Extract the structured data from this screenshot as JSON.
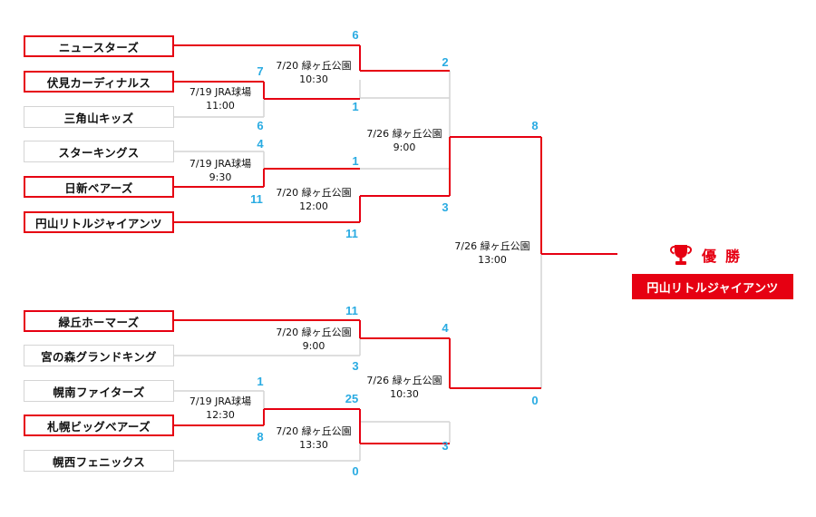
{
  "colors": {
    "winner": "#e60012",
    "loser": "#d4d4d4",
    "score": "#29abe2",
    "text": "#111111",
    "champion_bg": "#e60012"
  },
  "teams": [
    "ニュースターズ",
    "伏見カーディナルス",
    "三角山キッズ",
    "スターキングス",
    "日新ベアーズ",
    "円山リトルジャイアンツ",
    "緑丘ホーマーズ",
    "宮の森グランドキング",
    "幌南ファイターズ",
    "札幌ビッグベアーズ",
    "幌西フェニックス"
  ],
  "winning_teams": [
    0,
    1,
    4,
    5,
    6,
    9
  ],
  "matches": {
    "r1a": {
      "date": "7/19 JRA球場",
      "time": "11:00",
      "score_top": "7",
      "score_bottom": "6"
    },
    "r1b": {
      "date": "7/19 JRA球場",
      "time": "9:30",
      "score_top": "4",
      "score_bottom": "11"
    },
    "r1c": {
      "date": "7/19 JRA球場",
      "time": "12:30",
      "score_top": "1",
      "score_bottom": "8"
    },
    "r2a": {
      "date": "7/20 緑ヶ丘公園",
      "time": "10:30",
      "score_top": "6",
      "score_bottom": "1"
    },
    "r2b": {
      "date": "7/20 緑ヶ丘公園",
      "time": "12:00",
      "score_top": "1",
      "score_bottom": "11"
    },
    "r2c": {
      "date": "7/20 緑ヶ丘公園",
      "time": "9:00",
      "score_top": "11",
      "score_bottom": "3"
    },
    "r2d": {
      "date": "7/20 緑ヶ丘公園",
      "time": "13:30",
      "score_top": "25",
      "score_bottom": "0"
    },
    "sf1": {
      "date": "7/26 緑ヶ丘公園",
      "time": "9:00",
      "score_top": "2",
      "score_bottom": "3"
    },
    "sf2": {
      "date": "7/26 緑ヶ丘公園",
      "time": "10:30",
      "score_top": "4",
      "score_bottom": "3"
    },
    "final": {
      "date": "7/26 緑ヶ丘公園",
      "time": "13:00",
      "score_top": "8",
      "score_bottom": "0"
    }
  },
  "champion": {
    "label": "優勝",
    "team": "円山リトルジャイアンツ",
    "icon": "trophy-icon"
  }
}
